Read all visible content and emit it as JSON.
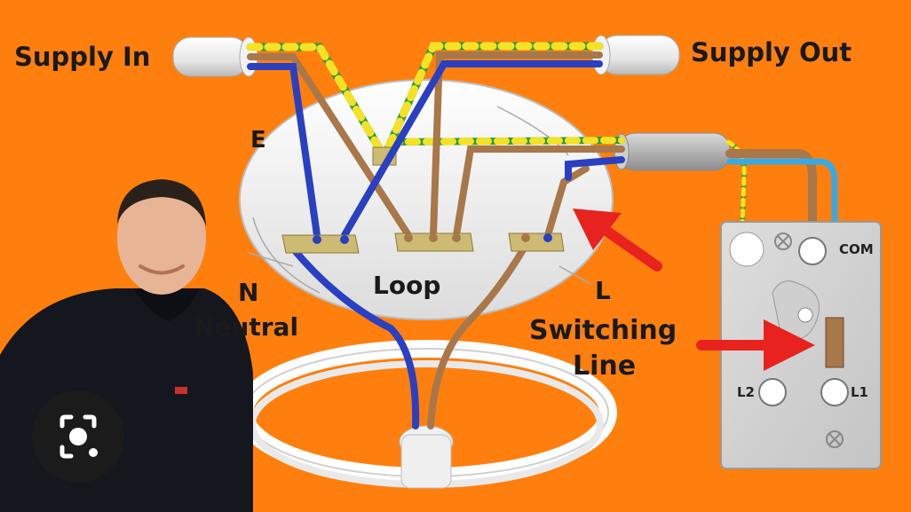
{
  "labels": {
    "supply_in": "Supply In",
    "supply_out": "Supply Out",
    "earth": "E",
    "neutral_letter": "N",
    "neutral_word": "Neutral",
    "loop": "Loop",
    "live_letter": "L",
    "switching_1": "Switching",
    "switching_2": "Line"
  },
  "switch_terminals": {
    "com": "COM",
    "l1": "L1",
    "l2": "L2"
  },
  "colors": {
    "background": "#ff7f0e",
    "earth_green": "#2e9a3a",
    "earth_yellow": "#f4e225",
    "neutral_blue": "#2a3fc1",
    "live_brown": "#a8774a",
    "switch_blue": "#3aa9e0",
    "arrow_red": "#e8231f",
    "terminal_block": "#cdbb74"
  },
  "icons": {
    "lens": "camera-lens-icon"
  }
}
